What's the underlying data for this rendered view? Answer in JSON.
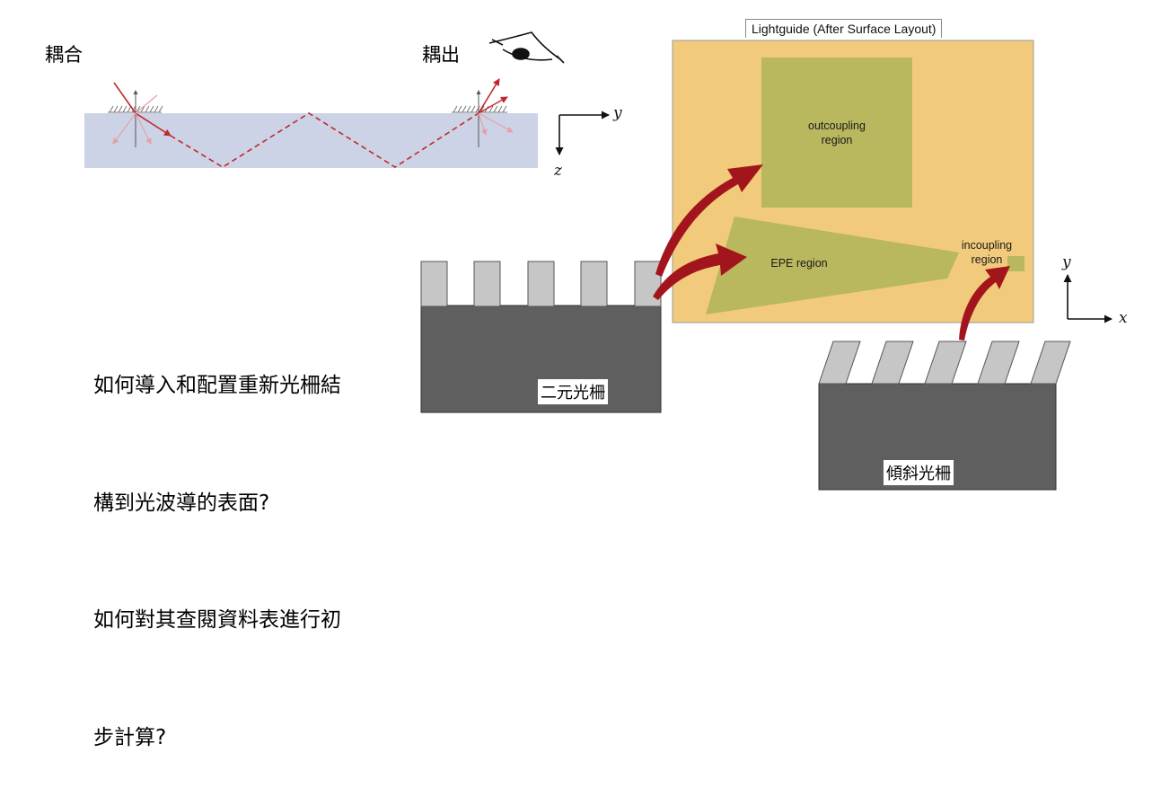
{
  "labels": {
    "coupling_in": "耦合",
    "coupling_out": "耦出"
  },
  "axes_left": {
    "horizontal": "y",
    "vertical": "z"
  },
  "axes_right": {
    "vertical": "y",
    "horizontal": "x"
  },
  "lightguide": {
    "title": "Lightguide (After Surface Layout)",
    "outcoupling": [
      "outcoupling",
      "region"
    ],
    "epe": "EPE region",
    "incoupling": [
      "incoupling",
      "region"
    ]
  },
  "question": {
    "line1": "如何導入和配置重新光柵結",
    "line2": "構到光波導的表面?",
    "line3": "如何對其查閱資料表進行初",
    "line4": "步計算?"
  },
  "gratings": {
    "binary": "二元光柵",
    "slanted": "傾斜光柵"
  },
  "colors": {
    "waveguide": "#cdd3e6",
    "ray": "#c0282d",
    "lightguide_bg": "#f1cb7b",
    "region": "#b9b85f",
    "substrate": "#5f5f5f",
    "ridge": "#c6c6c6",
    "arrow": "#a3151d"
  }
}
